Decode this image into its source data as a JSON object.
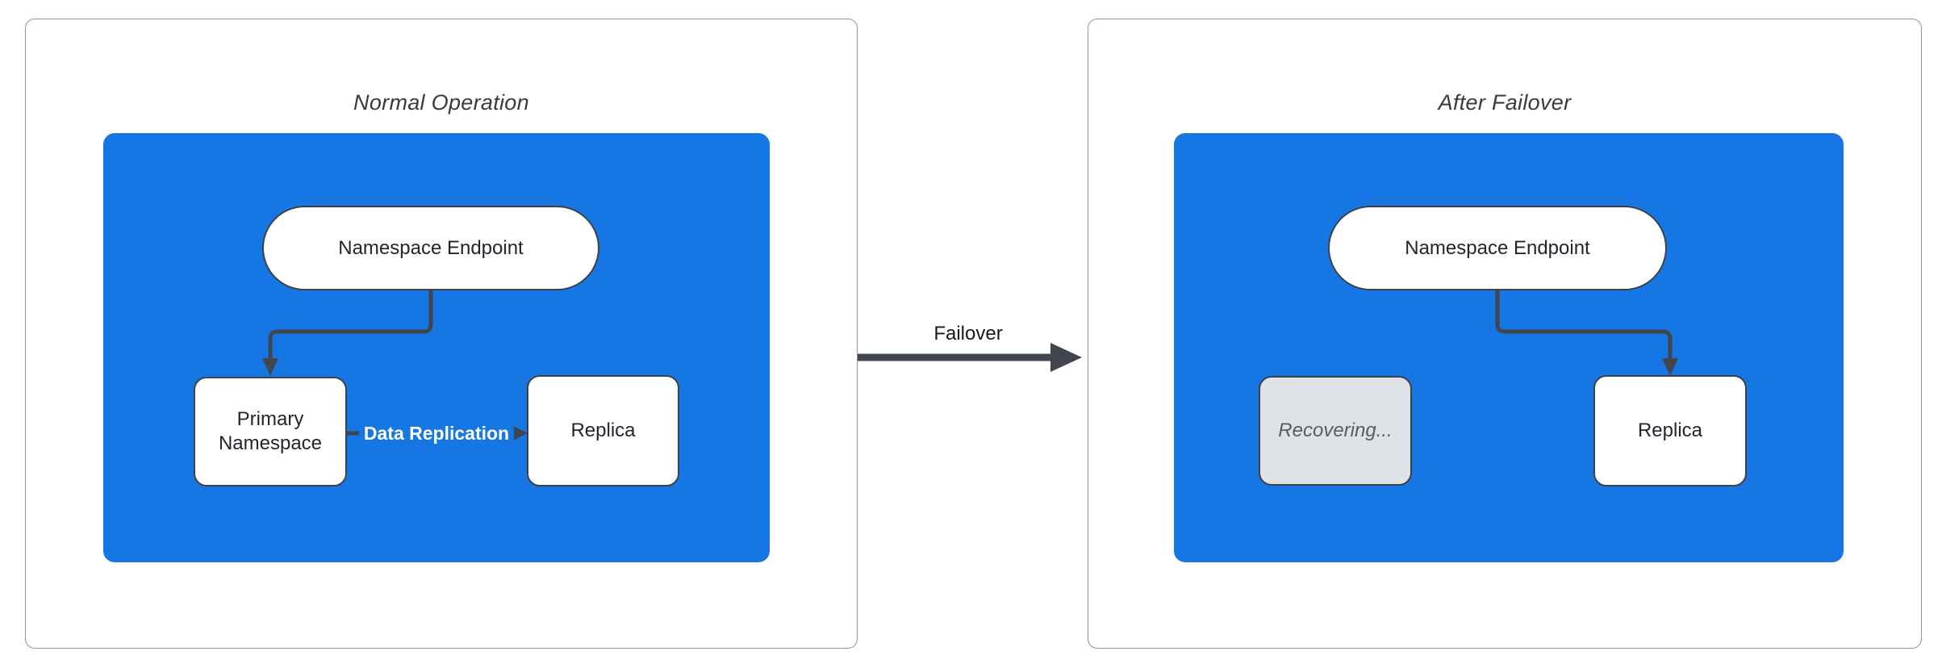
{
  "left_panel": {
    "title": "Normal Operation",
    "endpoint_label": "Namespace Endpoint",
    "primary_label": "Primary Namespace",
    "replica_label": "Replica",
    "replication_edge_label": "Data Replication"
  },
  "transition": {
    "label": "Failover"
  },
  "right_panel": {
    "title": "After Failover",
    "endpoint_label": "Namespace Endpoint",
    "recovering_label": "Recovering...",
    "replica_label": "Replica"
  },
  "colors": {
    "container-blue": "#1677e4",
    "node-fill": "#ffffff",
    "node-border": "#3d424a",
    "recovering-fill": "#dfe2e6",
    "connector": "#40454e",
    "panel-border": "#919499",
    "title-text": "#363b42",
    "node-text": "#21262c",
    "muted-text": "#575d66",
    "label-text": "#15181d"
  }
}
